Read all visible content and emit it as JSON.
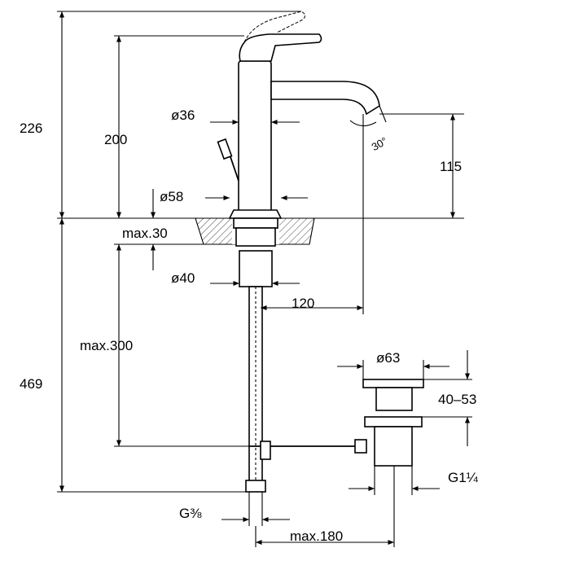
{
  "dimensions": {
    "total_height_upper": "226",
    "spout_height": "200",
    "body_diameter": "ø36",
    "spout_angle": "30°",
    "outlet_height": "115",
    "base_diameter": "ø58",
    "max_deck_thickness": "max.30",
    "shank_diameter": "ø40",
    "projection": "120",
    "max_hose_length": "max.300",
    "total_height_lower": "469",
    "waste_diameter": "ø63",
    "waste_range": "40–53",
    "waste_thread": "G1¼",
    "hose_thread": "G⅜",
    "max_rod_length": "max.180"
  },
  "colors": {
    "line": "#000000",
    "background": "#ffffff",
    "hatch": "#444444"
  }
}
